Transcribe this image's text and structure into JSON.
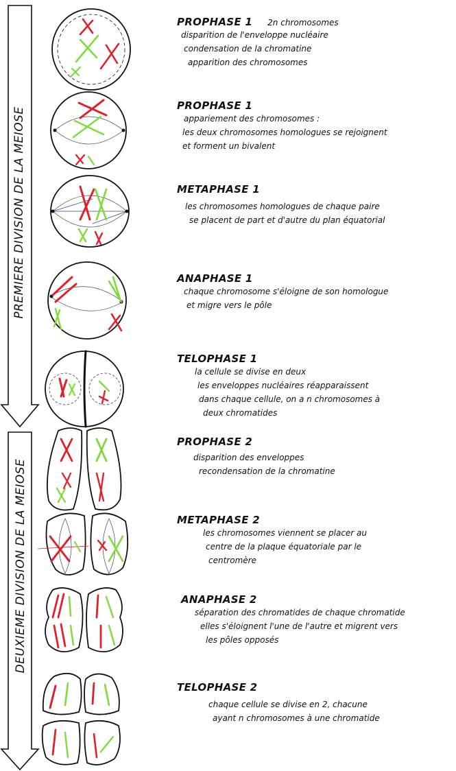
{
  "divisions": {
    "first": "PREMIERE DIVISION DE LA MEIOSE",
    "second": "DEUXIEME DIVISION DE LA MEIOSE"
  },
  "colors": {
    "maternal": "#e0202a",
    "paternal": "#7ddc3a",
    "outline": "#111111"
  },
  "stages": [
    {
      "title": "PROPHASE 1",
      "extra": "2n chromosomes",
      "lines": [
        "disparition de l'enveloppe nucléaire",
        "condensation de la chromatine",
        "apparition des chromosomes"
      ]
    },
    {
      "title": "PROPHASE 1",
      "extra": "",
      "lines": [
        "appariement des chromosomes :",
        "les deux chromosomes homologues se rejoignent",
        "et forment un bivalent"
      ]
    },
    {
      "title": "METAPHASE 1",
      "extra": "",
      "lines": [
        "les chromosomes homologues de chaque paire",
        "se placent de part et d'autre du plan équatorial"
      ]
    },
    {
      "title": "ANAPHASE 1",
      "extra": "",
      "lines": [
        "chaque chromosome s'éloigne de son homologue",
        "et migre vers le pôle"
      ]
    },
    {
      "title": "TELOPHASE 1",
      "extra": "",
      "lines": [
        "la cellule se divise en deux",
        "les enveloppes nucléaires réapparaissent",
        "dans chaque cellule, on a n chromosomes à",
        "deux chromatides"
      ]
    },
    {
      "title": "PROPHASE 2",
      "extra": "",
      "lines": [
        "disparition des enveloppes",
        "recondensation de la chromatine"
      ]
    },
    {
      "title": "METAPHASE 2",
      "extra": "",
      "lines": [
        "les chromosomes viennent se placer au",
        "centre de la plaque équatoriale par le",
        "centromère"
      ]
    },
    {
      "title": "ANAPHASE 2",
      "extra": "",
      "lines": [
        "séparation des chromatides de chaque chromatide",
        "elles s'éloignent l'une de l'autre et migrent vers",
        "les pôles opposés"
      ]
    },
    {
      "title": "TELOPHASE 2",
      "extra": "",
      "lines": [
        "chaque cellule se divise en 2, chacune",
        "ayant n chromosomes à une chromatide"
      ]
    }
  ]
}
